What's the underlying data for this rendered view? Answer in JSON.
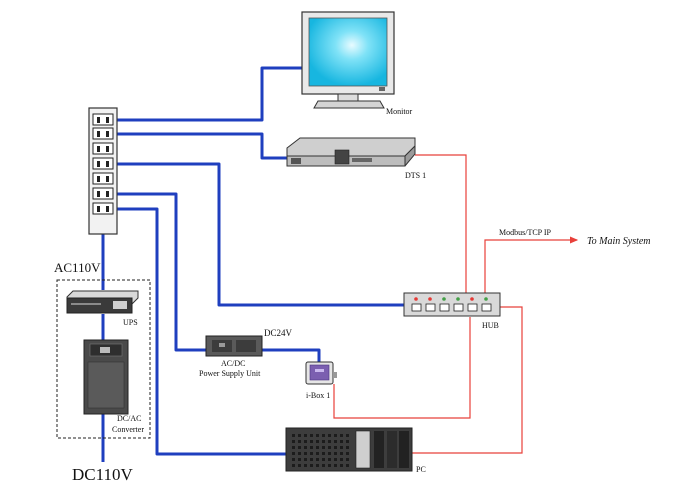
{
  "labels": {
    "monitor": "Monitor",
    "dts": "DTS 1",
    "hub": "HUB",
    "modbus": "Modbus/TCP IP",
    "main_system": "To Main System",
    "ac110v": "AC110V",
    "ups": "UPS",
    "dcac_line1": "DC/AC",
    "dcac_line2": "Converter",
    "dc110v": "DC110V",
    "dc24v": "DC24V",
    "psu_line1": "AC/DC",
    "psu_line2": "Power Supply Unit",
    "ibox": "i-Box 1",
    "pc": "PC"
  },
  "colors": {
    "power_wire": "#1f3fbf",
    "network_wire": "#e8403a",
    "monitor_screen": "#22c8ee"
  }
}
